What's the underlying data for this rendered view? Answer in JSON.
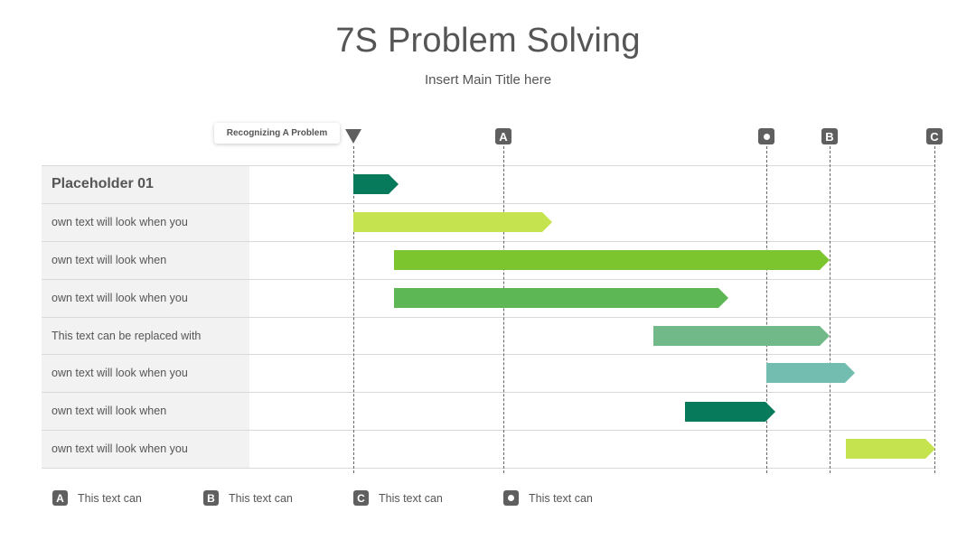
{
  "header": {
    "title": "7S Problem Solving",
    "subtitle": "Insert Main Title here"
  },
  "callout": {
    "label": "Recognizing A Problem"
  },
  "milestones": [
    {
      "name": "start",
      "icon": "triangle-down-icon",
      "label": ""
    },
    {
      "name": "a",
      "icon": "letter-badge-icon",
      "label": "A"
    },
    {
      "name": "dot",
      "icon": "dot-badge-icon",
      "label": ""
    },
    {
      "name": "b",
      "icon": "letter-badge-icon",
      "label": "B"
    },
    {
      "name": "c",
      "icon": "letter-badge-icon",
      "label": "C"
    }
  ],
  "rows": [
    {
      "label": "Placeholder 01"
    },
    {
      "label": "own text will look when you"
    },
    {
      "label": "own text will look when"
    },
    {
      "label": "own text will look when you"
    },
    {
      "label": "This text can be replaced with"
    },
    {
      "label": "own text will look when you"
    },
    {
      "label": "own text will look when"
    },
    {
      "label": "own text will look when you"
    }
  ],
  "colors": {
    "dark_green": "#077a5c",
    "lime": "#c5e34f",
    "green": "#7dc52f",
    "medium_green": "#5db755",
    "sage": "#72b98a",
    "teal": "#72bdb0",
    "badge_gray": "#5f5f5f"
  },
  "legend": [
    {
      "icon": "letter-badge-icon",
      "badge": "A",
      "text": "This text can"
    },
    {
      "icon": "letter-badge-icon",
      "badge": "B",
      "text": "This text can"
    },
    {
      "icon": "letter-badge-icon",
      "badge": "C",
      "text": "This text can"
    },
    {
      "icon": "dot-badge-icon",
      "badge": "",
      "text": "This text can"
    }
  ]
}
